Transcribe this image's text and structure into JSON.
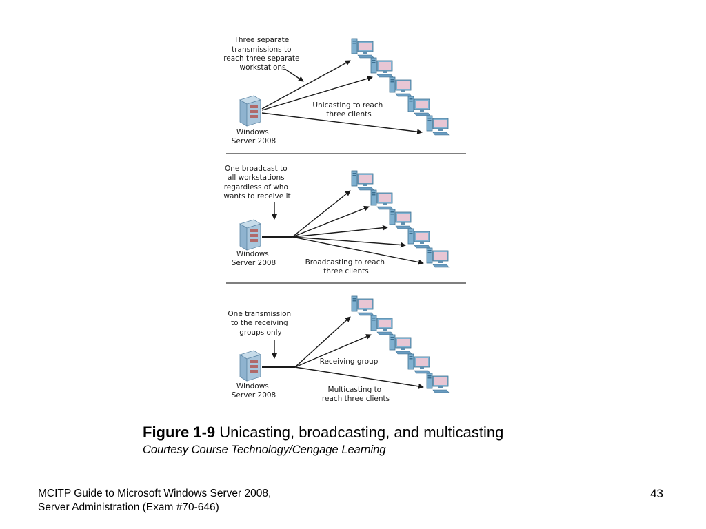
{
  "diagram": {
    "unicast": {
      "top_note": [
        "Three separate",
        "transmissions to",
        "reach three separate",
        "workstations"
      ],
      "server_label": [
        "Windows",
        "Server 2008"
      ],
      "caption": [
        "Unicasting to reach",
        "three clients"
      ]
    },
    "broadcast": {
      "top_note": [
        "One broadcast to",
        "all workstations",
        "regardless of who",
        "wants to receive it"
      ],
      "server_label": [
        "Windows",
        "Server 2008"
      ],
      "caption": [
        "Broadcasting to reach",
        "three clients"
      ]
    },
    "multicast": {
      "top_note": [
        "One transmission",
        "to the receiving",
        "groups only"
      ],
      "server_label": [
        "Windows",
        "Server 2008"
      ],
      "group_label": "Receiving group",
      "caption": [
        "Multicasting to",
        "reach three clients"
      ]
    }
  },
  "figure_caption": {
    "number": "Figure 1-9",
    "title": " Unicasting, broadcasting, and multicasting",
    "credit": "Courtesy Course Technology/Cengage Learning"
  },
  "footer": {
    "line1": "MCITP Guide to Microsoft Windows Server 2008,",
    "line2": "Server Administration (Exam #70-646)",
    "page_number": "43"
  },
  "colors": {
    "server_body": "#8fb3cf",
    "monitor_frame": "#7fb0d0",
    "screen": "#e8c6d4",
    "arrow": "#1a1a1a",
    "divider": "#333333"
  }
}
